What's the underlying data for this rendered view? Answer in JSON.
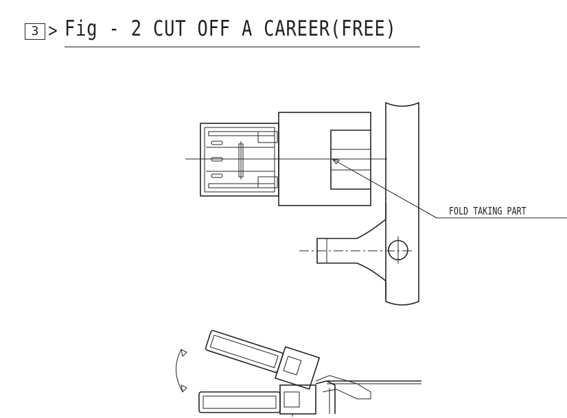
{
  "figure": {
    "step_number": "3",
    "title": "Fig - 2  CUT OFF A CAREER(FREE)",
    "callout_label": "FOLD TAKING PART"
  }
}
